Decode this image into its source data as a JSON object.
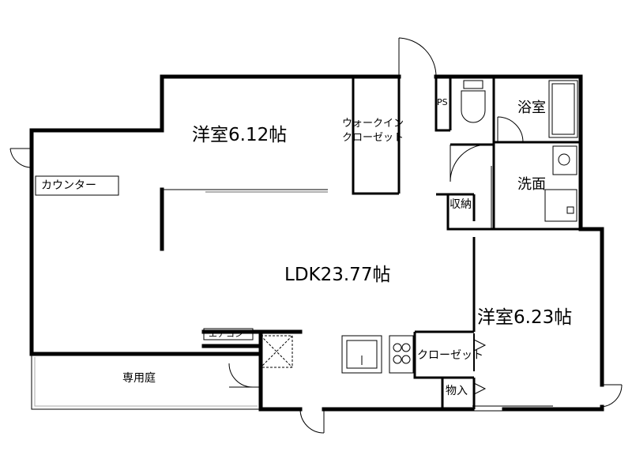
{
  "floorplan": {
    "rooms": {
      "western_room_1": "洋室6.12帖",
      "walk_in_closet": "ウォークイン\nクローゼット",
      "pipe_space": "PS",
      "bathroom": "浴室",
      "washroom": "洗面",
      "storage": "収納",
      "counter": "カウンター",
      "ldk": "LDK23.77帖",
      "western_room_2": "洋室6.23帖",
      "air_conditioner": "エアコン",
      "closet": "クローゼット",
      "storage_2": "物入",
      "private_garden": "専用庭"
    }
  }
}
